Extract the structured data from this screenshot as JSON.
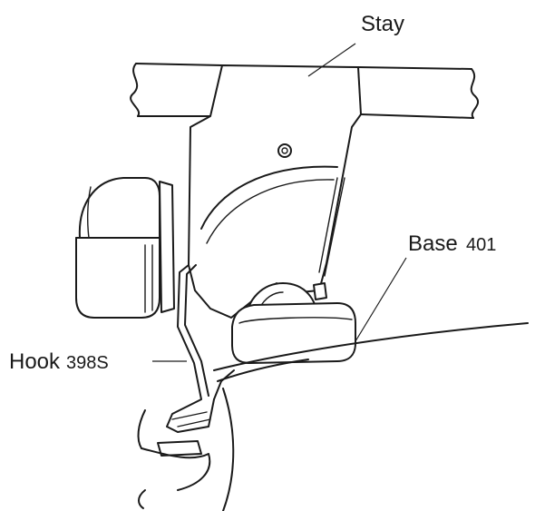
{
  "figure": {
    "labels": {
      "stay": {
        "name": "Stay"
      },
      "base": {
        "name": "Base",
        "number": "401"
      },
      "hook": {
        "name": "Hook",
        "number": "398S"
      }
    }
  }
}
